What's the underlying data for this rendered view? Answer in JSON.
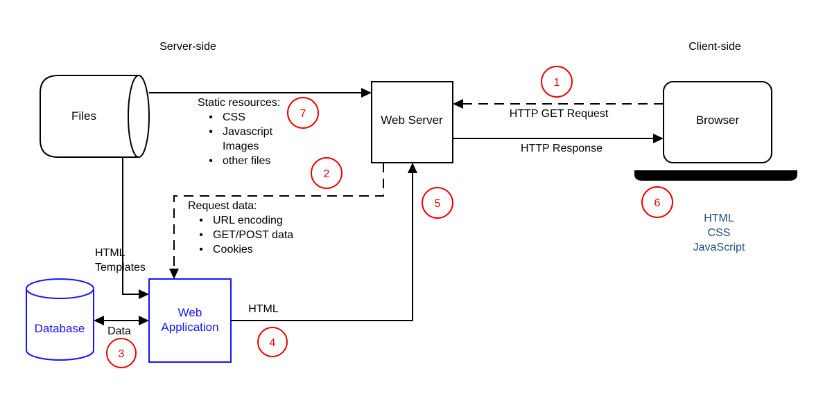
{
  "sections": {
    "server_side": "Server-side",
    "client_side": "Client-side"
  },
  "nodes": {
    "files": "Files",
    "web_server": "Web Server",
    "browser": "Browser",
    "database": "Database",
    "web_application_line1": "Web",
    "web_application_line2": "Application"
  },
  "edges": {
    "http_get_request": "HTTP GET Request",
    "http_response": "HTTP Response",
    "html_templates_line1": "HTML",
    "html_templates_line2": "Templates",
    "data": "Data",
    "html": "HTML"
  },
  "static_resources": {
    "title": "Static resources:",
    "items": [
      "CSS",
      "Javascript",
      "Images",
      "other files"
    ]
  },
  "request_data": {
    "title": "Request data:",
    "items": [
      "URL encoding",
      "GET/POST data",
      "Cookies"
    ]
  },
  "client_outputs": [
    "HTML",
    "CSS",
    "JavaScript"
  ],
  "steps": [
    "1",
    "2",
    "3",
    "4",
    "5",
    "6",
    "7"
  ],
  "glyphs": {
    "bullet": "•"
  },
  "colors": {
    "shape_blue": "#1414ff",
    "client_output_blue": "#1f4e79",
    "step_red": "#ee0000",
    "diagram_black": "#000000"
  }
}
